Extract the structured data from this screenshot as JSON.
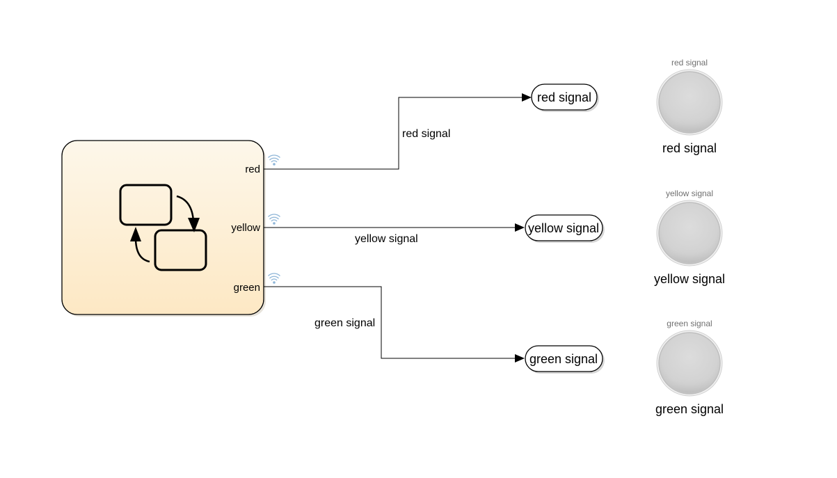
{
  "chart_block": {
    "ports": [
      {
        "id": "red",
        "label": "red"
      },
      {
        "id": "yellow",
        "label": "yellow"
      },
      {
        "id": "green",
        "label": "green"
      }
    ]
  },
  "signals": [
    {
      "id": "red",
      "line_label": "red signal",
      "goto_label": "red signal",
      "lamp_top_label": "red signal",
      "lamp_bottom_label": "red signal"
    },
    {
      "id": "yellow",
      "line_label": "yellow signal",
      "goto_label": "yellow signal",
      "lamp_top_label": "yellow signal",
      "lamp_bottom_label": "yellow signal"
    },
    {
      "id": "green",
      "line_label": "green signal",
      "goto_label": "green signal",
      "lamp_top_label": "green signal",
      "lamp_bottom_label": "green signal"
    }
  ],
  "colors": {
    "chart_fill_top": "#fdf6e8",
    "chart_fill_bottom": "#fde9c7",
    "lamp_fill": "#d6d6d6",
    "broadcast_icon": "#8fb6d8"
  }
}
